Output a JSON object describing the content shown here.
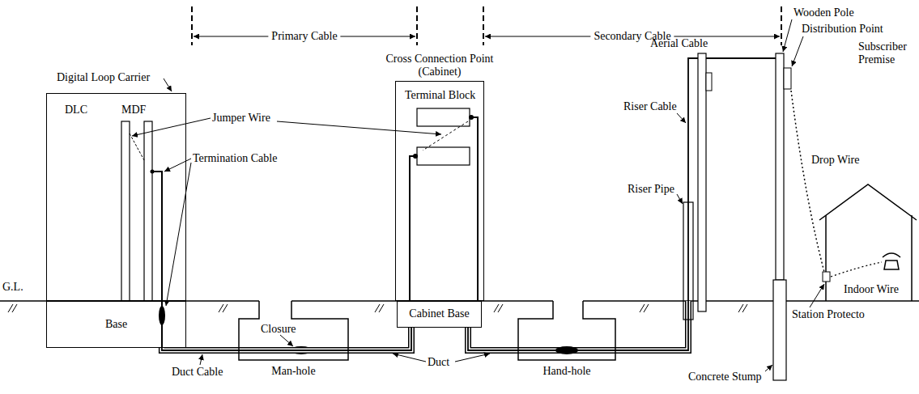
{
  "diagram": {
    "nodes": [
      {
        "text": [
          "DLC",
          "MDF"
        ]
      },
      {
        "text": [
          "Base"
        ]
      },
      {
        "text": [
          "Cross Connection Point (Cabinet)"
        ]
      },
      {
        "text": [
          "Cabinet Base"
        ]
      },
      {
        "text": [
          "Man-hole"
        ]
      },
      {
        "text": [
          "Hand-hole"
        ]
      }
    ],
    "edges": [
      {
        "from": 1,
        "to": 3,
        "arrow": "none"
      }
    ],
    "labels": [
      "Primary Cable",
      "Secondary Cable",
      "Digital Loop Carrier",
      "Jumper Wire",
      "Termination Cable",
      "G.L.",
      "Closure",
      "Duct Cable",
      "Duct",
      "Terminal Block",
      "Aerial Cable",
      "Wooden Pole",
      "Distribution Point",
      "Riser Cable",
      "Riser Pipe",
      "Subscriber Premise",
      "Drop Wire",
      "Indoor Wire",
      "Station Protecto",
      "Concrete Stump"
    ]
  }
}
